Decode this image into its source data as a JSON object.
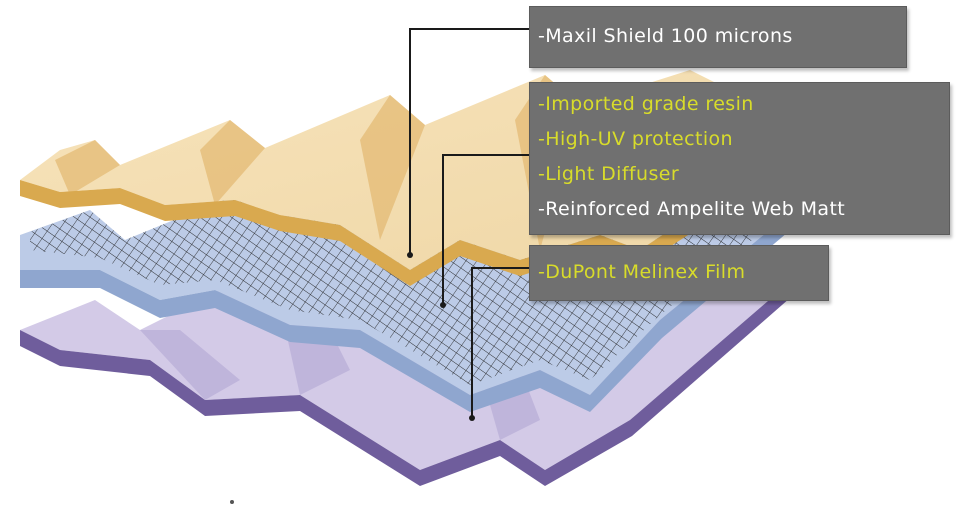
{
  "colors": {
    "label_bg": "#707070",
    "text_white": "#ffffff",
    "text_yellow": "#d8dc2a",
    "top_layer": "#f0d49e",
    "top_layer_dark": "#d9a94f",
    "mesh_layer": "#b9c9e6",
    "mesh_dark": "#8fa6cf",
    "bottom_layer": "#cfc5e6",
    "bottom_dark": "#6f5d9c",
    "leader_line": "#1a1a1a"
  },
  "labels": {
    "shield": {
      "text": "-Maxil Shield 100 microns"
    },
    "resin_group": {
      "lines": [
        {
          "text": "-Imported grade resin",
          "color": "#d8dc2a"
        },
        {
          "text": "-High-UV protection",
          "color": "#d8dc2a"
        },
        {
          "text": "-Light Diffuser",
          "color": "#d8dc2a"
        },
        {
          "text": "-Reinforced Ampelite Web Matt",
          "color": "#ffffff"
        }
      ]
    },
    "film": {
      "text": "-DuPont Melinex Film",
      "color": "#d8dc2a"
    }
  }
}
